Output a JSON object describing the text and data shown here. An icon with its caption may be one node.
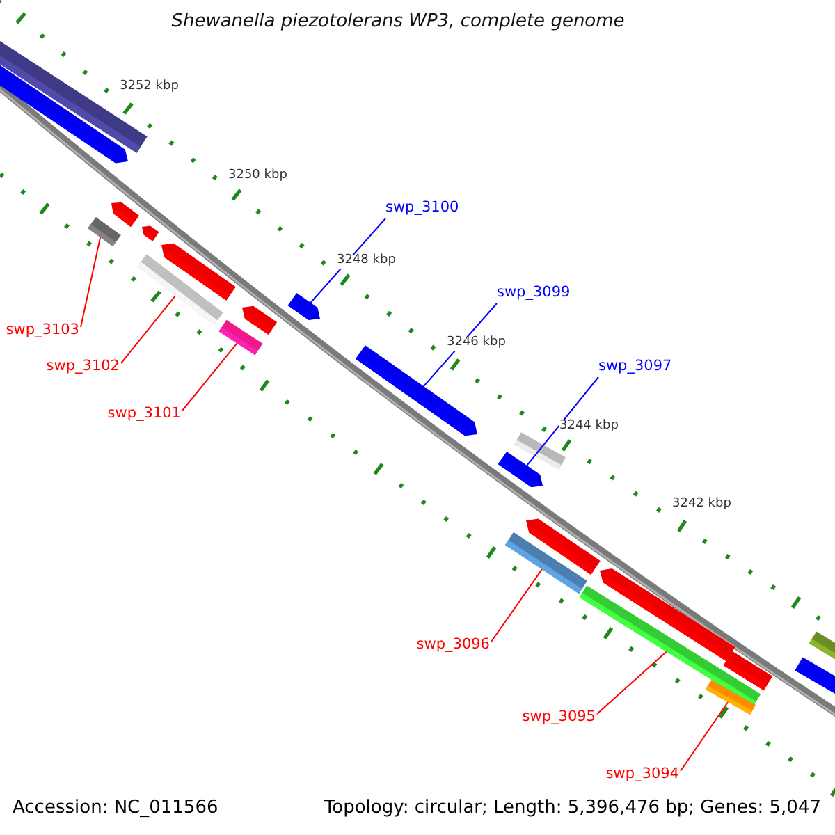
{
  "diagram": {
    "title": "Shewanella piezotolerans WP3, complete genome",
    "nodes": [
      {
        "text": [
          "swp_3100"
        ]
      },
      {
        "text": [],
        "shape": "bar"
      },
      {
        "text": [
          "swp_3099"
        ]
      },
      {
        "text": [],
        "shape": "bar"
      },
      {
        "text": [
          "swp_3097"
        ]
      },
      {
        "text": [],
        "shape": "bar"
      },
      {
        "text": [
          "swp_3103"
        ]
      },
      {
        "text": [],
        "shape": "bar"
      },
      {
        "text": [
          "swp_3102"
        ]
      },
      {
        "text": [],
        "shape": "bar"
      },
      {
        "text": [
          "swp_3101"
        ]
      },
      {
        "text": [],
        "shape": "bar"
      },
      {
        "text": [
          "swp_3096"
        ]
      },
      {
        "text": [],
        "shape": "bar"
      },
      {
        "text": [
          "swp_3095"
        ]
      },
      {
        "text": [],
        "shape": "bar"
      },
      {
        "text": [
          "swp_3094"
        ]
      },
      {
        "text": [],
        "shape": "bar"
      }
    ],
    "edges": [
      {
        "from": 0,
        "to": 1,
        "arrow": "none",
        "color": "#0000ff"
      },
      {
        "from": 2,
        "to": 3,
        "arrow": "none",
        "color": "#0000ff"
      },
      {
        "from": 4,
        "to": 5,
        "arrow": "none",
        "color": "#0000ff"
      },
      {
        "from": 6,
        "to": 7,
        "arrow": "none"
      },
      {
        "from": 8,
        "to": 9,
        "arrow": "none"
      },
      {
        "from": 10,
        "to": 11,
        "arrow": "none"
      },
      {
        "from": 12,
        "to": 13,
        "arrow": "none"
      },
      {
        "from": 14,
        "to": 15,
        "arrow": "none"
      },
      {
        "from": 16,
        "to": 17,
        "arrow": "none"
      }
    ],
    "labels": [
      "3252 kbp",
      "3250 kbp",
      "3248 kbp",
      "3246 kbp",
      "3244 kbp",
      "3242 kbp",
      "Accession: NC_011566",
      "Topology: circular; Length: 5,396,476 bp; Genes: 5,047"
    ]
  }
}
